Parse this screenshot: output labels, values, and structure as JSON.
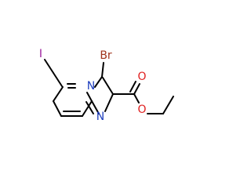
{
  "molecule": {
    "atoms": {
      "bromine": {
        "label": "Br",
        "color": "#a0341c"
      },
      "iodine": {
        "label": "I",
        "color": "#9b1f9b"
      },
      "ring_nitrogen_bridgehead": {
        "label": "N",
        "color": "#1f3fbf"
      },
      "ring_nitrogen_imidazole": {
        "label": "N",
        "color": "#1f3fbf"
      },
      "carbonyl_oxygen": {
        "label": "O",
        "color": "#e02020"
      },
      "ester_oxygen": {
        "label": "O",
        "color": "#e02020"
      }
    },
    "bond_color": "#000000"
  }
}
